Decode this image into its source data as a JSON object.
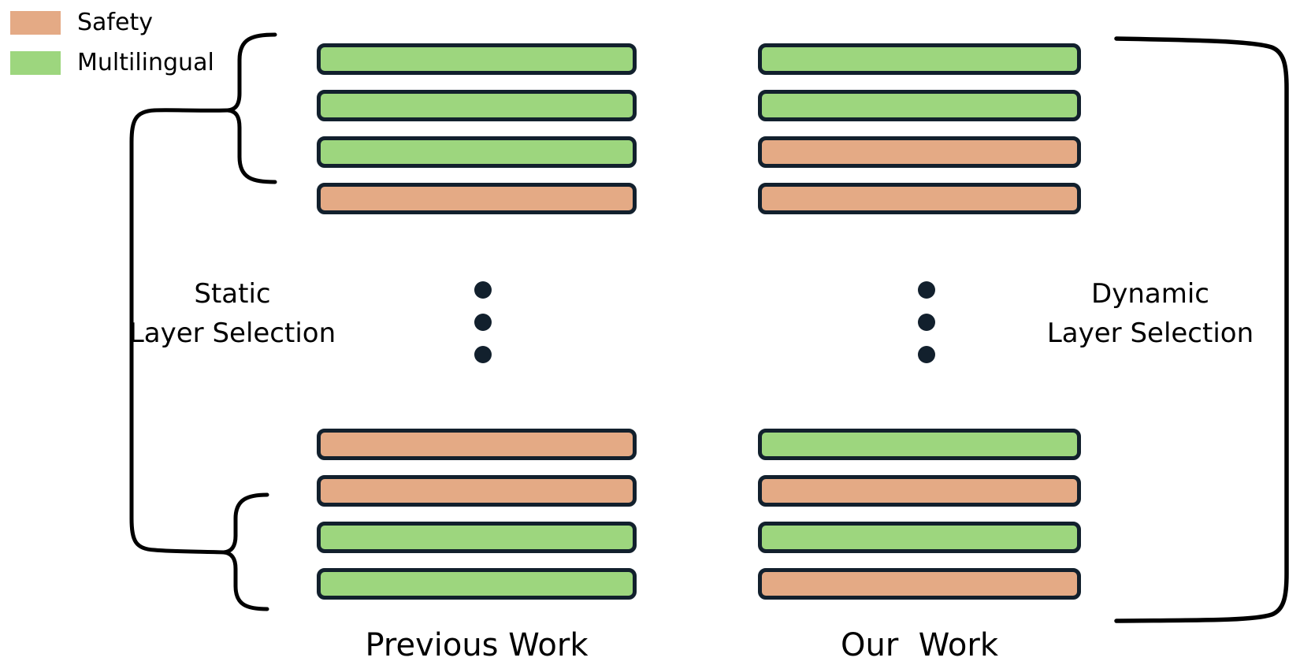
{
  "legend": {
    "items": [
      {
        "id": "safety",
        "label": "Safety",
        "color": "#E4AA85"
      },
      {
        "id": "multilingual",
        "label": "Multilingual",
        "color": "#9DD67E"
      }
    ]
  },
  "colors": {
    "safety": "#E4AA85",
    "multilingual": "#9DD67E",
    "bar_border": "#12202D",
    "line": "#000000",
    "text": "#000000"
  },
  "columns": [
    {
      "id": "previous-work",
      "caption": "Previous Work",
      "top_layers": [
        "multilingual",
        "multilingual",
        "multilingual",
        "safety"
      ],
      "bottom_layers": [
        "safety",
        "safety",
        "multilingual",
        "multilingual"
      ]
    },
    {
      "id": "our-work",
      "caption": "Our  Work",
      "top_layers": [
        "multilingual",
        "multilingual",
        "safety",
        "safety"
      ],
      "bottom_layers": [
        "multilingual",
        "safety",
        "multilingual",
        "safety"
      ]
    }
  ],
  "annotations": {
    "static": {
      "line1": "Static",
      "line2": "Layer Selection"
    },
    "dynamic": {
      "line1": "Dynamic",
      "line2": "Layer Selection"
    }
  }
}
